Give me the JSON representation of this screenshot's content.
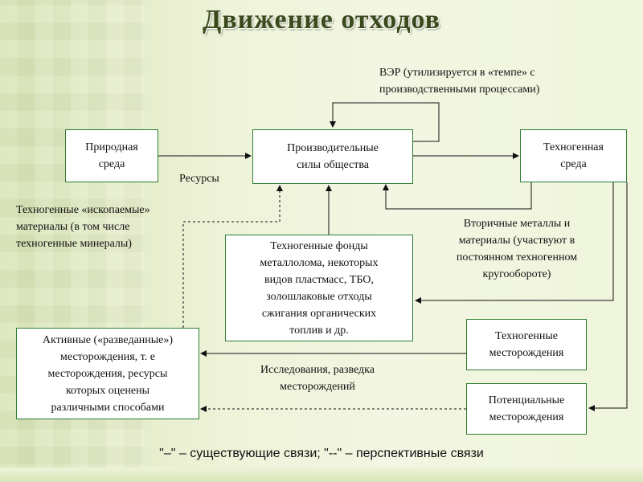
{
  "title": "Движение отходов",
  "boxes": {
    "natural": "Природная\nсреда",
    "production": "Производительные\nсилы общества",
    "technogenic_env": "Техногенная\nсреда",
    "funds": "Техногенные фонды\nметаллолома, некоторых\nвидов пластмасс, ТБО,\nзолошлаковые отходы\nсжигания органических\nтоплив и др.",
    "active_deposits": "Активные («разведанные»)\nместорождения, т. е\nместорождения, ресурсы\nкоторых оценены\nразличными способами",
    "tech_deposits": "Техногенные\nместорождения",
    "potential_deposits": "Потенциальные\nместорождения"
  },
  "labels": {
    "ver": "ВЭР (утилизируется в «темпе» с\nпроизводственными процессами)",
    "resources": "Ресурсы",
    "fossil": "Техногенные «ископаемые»\nматериалы (в том числе\nтехногенные минералы)",
    "secondary": "Вторичные металлы и\nматериалы (участвуют в\nпостоянном техногенном\nкругообороте)",
    "research": "Исследования, разведка\nместорождений"
  },
  "legend": "\"–\" – существующие связи;  \"--\"  – перспективные связи"
}
